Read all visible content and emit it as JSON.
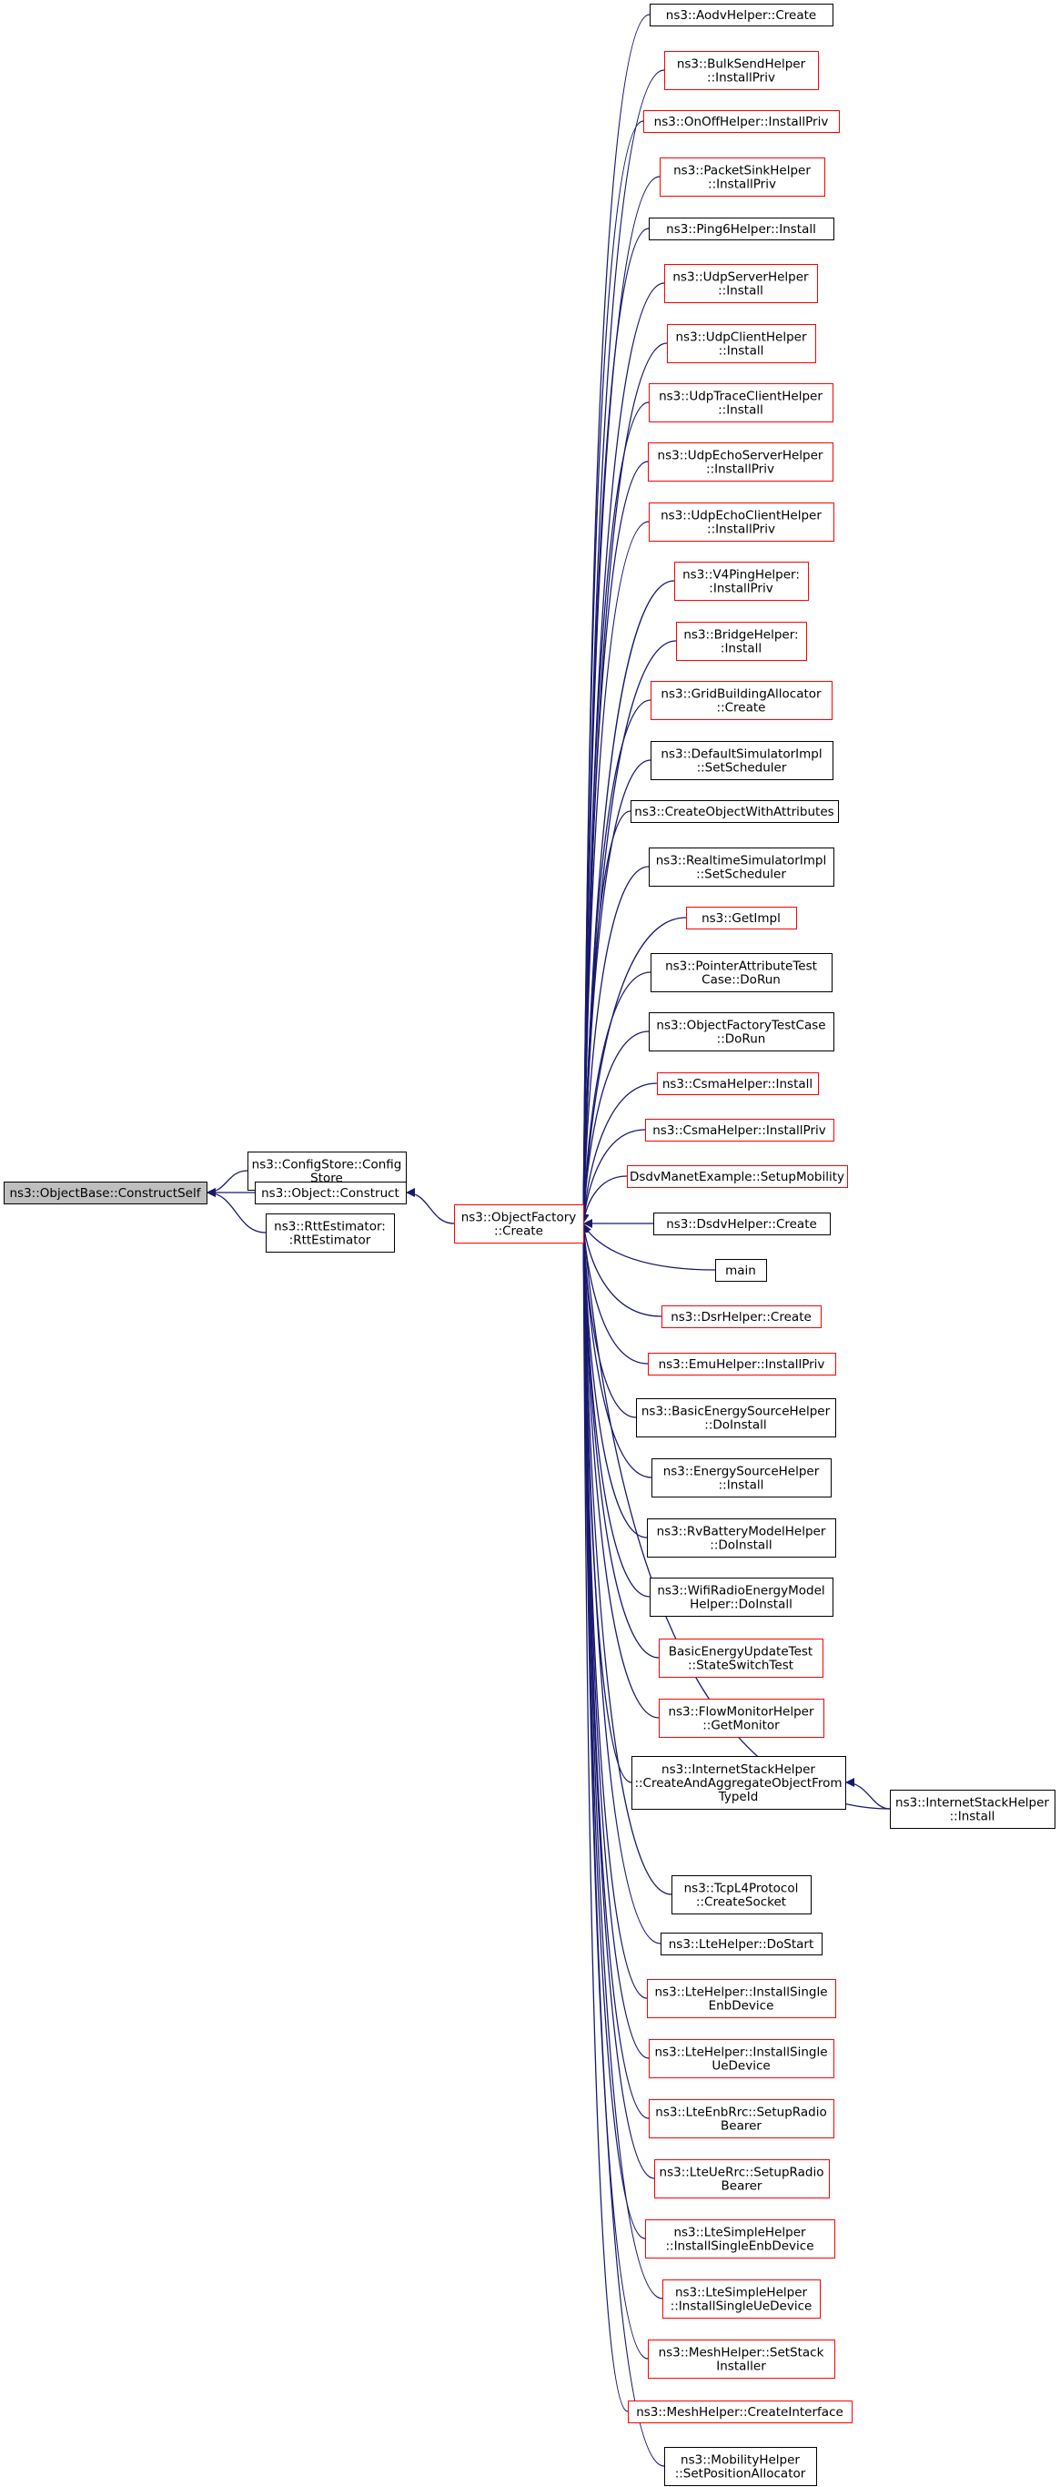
{
  "graph": {
    "colors": {
      "edge": "#191970",
      "border_normal": "#000000",
      "border_truncated": "#ff0000",
      "focus_fill": "#bfbfbf",
      "node_fill": "#ffffff"
    },
    "nodes": [
      {
        "id": "n_self",
        "lines": [
          "ns3::ObjectBase::ConstructSelf"
        ],
        "style": "focus"
      },
      {
        "id": "n_configstore",
        "lines": [
          "ns3::ConfigStore::Config",
          "Store"
        ],
        "style": "normal"
      },
      {
        "id": "n_construct",
        "lines": [
          "ns3::Object::Construct"
        ],
        "style": "normal"
      },
      {
        "id": "n_rtt",
        "lines": [
          "ns3::RttEstimator:",
          ":RttEstimator"
        ],
        "style": "normal"
      },
      {
        "id": "n_factory",
        "lines": [
          "ns3::ObjectFactory",
          "::Create"
        ],
        "style": "truncated"
      },
      {
        "id": "c0",
        "lines": [
          "ns3::AodvHelper::Create"
        ],
        "style": "normal"
      },
      {
        "id": "c1",
        "lines": [
          "ns3::BulkSendHelper",
          "::InstallPriv"
        ],
        "style": "truncated"
      },
      {
        "id": "c2",
        "lines": [
          "ns3::OnOffHelper::InstallPriv"
        ],
        "style": "truncated"
      },
      {
        "id": "c3",
        "lines": [
          "ns3::PacketSinkHelper",
          "::InstallPriv"
        ],
        "style": "truncated"
      },
      {
        "id": "c4",
        "lines": [
          "ns3::Ping6Helper::Install"
        ],
        "style": "normal"
      },
      {
        "id": "c5",
        "lines": [
          "ns3::UdpServerHelper",
          "::Install"
        ],
        "style": "truncated"
      },
      {
        "id": "c6",
        "lines": [
          "ns3::UdpClientHelper",
          "::Install"
        ],
        "style": "truncated"
      },
      {
        "id": "c7",
        "lines": [
          "ns3::UdpTraceClientHelper",
          "::Install"
        ],
        "style": "truncated"
      },
      {
        "id": "c8",
        "lines": [
          "ns3::UdpEchoServerHelper",
          "::InstallPriv"
        ],
        "style": "truncated"
      },
      {
        "id": "c9",
        "lines": [
          "ns3::UdpEchoClientHelper",
          "::InstallPriv"
        ],
        "style": "truncated"
      },
      {
        "id": "c10",
        "lines": [
          "ns3::V4PingHelper:",
          ":InstallPriv"
        ],
        "style": "truncated"
      },
      {
        "id": "c11",
        "lines": [
          "ns3::BridgeHelper:",
          ":Install"
        ],
        "style": "truncated"
      },
      {
        "id": "c12",
        "lines": [
          "ns3::GridBuildingAllocator",
          "::Create"
        ],
        "style": "truncated"
      },
      {
        "id": "c13",
        "lines": [
          "ns3::DefaultSimulatorImpl",
          "::SetScheduler"
        ],
        "style": "normal"
      },
      {
        "id": "c14",
        "lines": [
          "ns3::CreateObjectWithAttributes"
        ],
        "style": "normal"
      },
      {
        "id": "c15",
        "lines": [
          "ns3::RealtimeSimulatorImpl",
          "::SetScheduler"
        ],
        "style": "normal"
      },
      {
        "id": "c16",
        "lines": [
          "ns3::GetImpl"
        ],
        "style": "truncated"
      },
      {
        "id": "c17",
        "lines": [
          "ns3::PointerAttributeTest",
          "Case::DoRun"
        ],
        "style": "normal"
      },
      {
        "id": "c18",
        "lines": [
          "ns3::ObjectFactoryTestCase",
          "::DoRun"
        ],
        "style": "normal"
      },
      {
        "id": "c19",
        "lines": [
          "ns3::CsmaHelper::Install"
        ],
        "style": "truncated"
      },
      {
        "id": "c20",
        "lines": [
          "ns3::CsmaHelper::InstallPriv"
        ],
        "style": "truncated"
      },
      {
        "id": "c21",
        "lines": [
          "DsdvManetExample::SetupMobility"
        ],
        "style": "truncated"
      },
      {
        "id": "c22",
        "lines": [
          "ns3::DsdvHelper::Create"
        ],
        "style": "normal"
      },
      {
        "id": "c23",
        "lines": [
          "main"
        ],
        "style": "normal"
      },
      {
        "id": "c24",
        "lines": [
          "ns3::DsrHelper::Create"
        ],
        "style": "truncated"
      },
      {
        "id": "c25",
        "lines": [
          "ns3::EmuHelper::InstallPriv"
        ],
        "style": "truncated"
      },
      {
        "id": "c26",
        "lines": [
          "ns3::BasicEnergySourceHelper",
          "::DoInstall"
        ],
        "style": "normal"
      },
      {
        "id": "c27",
        "lines": [
          "ns3::EnergySourceHelper",
          "::Install"
        ],
        "style": "normal"
      },
      {
        "id": "c28",
        "lines": [
          "ns3::RvBatteryModelHelper",
          "::DoInstall"
        ],
        "style": "normal"
      },
      {
        "id": "c29",
        "lines": [
          "ns3::WifiRadioEnergyModel",
          "Helper::DoInstall"
        ],
        "style": "normal"
      },
      {
        "id": "c30",
        "lines": [
          "BasicEnergyUpdateTest",
          "::StateSwitchTest"
        ],
        "style": "truncated"
      },
      {
        "id": "c31",
        "lines": [
          "ns3::FlowMonitorHelper",
          "::GetMonitor"
        ],
        "style": "truncated"
      },
      {
        "id": "c32",
        "lines": [
          "ns3::InternetStackHelper",
          "::CreateAndAggregateObjectFrom",
          "TypeId"
        ],
        "style": "normal"
      },
      {
        "id": "n_ish_install",
        "lines": [
          "ns3::InternetStackHelper",
          "::Install"
        ],
        "style": "normal"
      },
      {
        "id": "c33",
        "lines": [
          "ns3::TcpL4Protocol",
          "::CreateSocket"
        ],
        "style": "normal"
      },
      {
        "id": "c34",
        "lines": [
          "ns3::LteHelper::DoStart"
        ],
        "style": "normal"
      },
      {
        "id": "c35",
        "lines": [
          "ns3::LteHelper::InstallSingle",
          "EnbDevice"
        ],
        "style": "truncated"
      },
      {
        "id": "c36",
        "lines": [
          "ns3::LteHelper::InstallSingle",
          "UeDevice"
        ],
        "style": "truncated"
      },
      {
        "id": "c37",
        "lines": [
          "ns3::LteEnbRrc::SetupRadio",
          "Bearer"
        ],
        "style": "truncated"
      },
      {
        "id": "c38",
        "lines": [
          "ns3::LteUeRrc::SetupRadio",
          "Bearer"
        ],
        "style": "truncated"
      },
      {
        "id": "c39",
        "lines": [
          "ns3::LteSimpleHelper",
          "::InstallSingleEnbDevice"
        ],
        "style": "truncated"
      },
      {
        "id": "c40",
        "lines": [
          "ns3::LteSimpleHelper",
          "::InstallSingleUeDevice"
        ],
        "style": "truncated"
      },
      {
        "id": "c41",
        "lines": [
          "ns3::MeshHelper::SetStack",
          "Installer"
        ],
        "style": "truncated"
      },
      {
        "id": "c42",
        "lines": [
          "ns3::MeshHelper::CreateInterface"
        ],
        "style": "truncated"
      },
      {
        "id": "c43",
        "lines": [
          "ns3::MobilityHelper",
          "::SetPositionAllocator"
        ],
        "style": "normal"
      }
    ],
    "edges": [
      {
        "from": "n_configstore",
        "to": "n_self"
      },
      {
        "from": "n_construct",
        "to": "n_self"
      },
      {
        "from": "n_rtt",
        "to": "n_self"
      },
      {
        "from": "n_factory",
        "to": "n_construct"
      },
      {
        "from": "c0",
        "to": "n_factory"
      },
      {
        "from": "c1",
        "to": "n_factory"
      },
      {
        "from": "c2",
        "to": "n_factory"
      },
      {
        "from": "c3",
        "to": "n_factory"
      },
      {
        "from": "c4",
        "to": "n_factory"
      },
      {
        "from": "c5",
        "to": "n_factory"
      },
      {
        "from": "c6",
        "to": "n_factory"
      },
      {
        "from": "c7",
        "to": "n_factory"
      },
      {
        "from": "c8",
        "to": "n_factory"
      },
      {
        "from": "c9",
        "to": "n_factory"
      },
      {
        "from": "c10",
        "to": "n_factory"
      },
      {
        "from": "c11",
        "to": "n_factory"
      },
      {
        "from": "c12",
        "to": "n_factory"
      },
      {
        "from": "c13",
        "to": "n_factory"
      },
      {
        "from": "c14",
        "to": "n_factory"
      },
      {
        "from": "c15",
        "to": "n_factory"
      },
      {
        "from": "c16",
        "to": "n_factory"
      },
      {
        "from": "c17",
        "to": "n_factory"
      },
      {
        "from": "c18",
        "to": "n_factory"
      },
      {
        "from": "c19",
        "to": "n_factory"
      },
      {
        "from": "c20",
        "to": "n_factory"
      },
      {
        "from": "c21",
        "to": "n_factory"
      },
      {
        "from": "c22",
        "to": "n_factory"
      },
      {
        "from": "c23",
        "to": "n_factory"
      },
      {
        "from": "c24",
        "to": "n_factory"
      },
      {
        "from": "c25",
        "to": "n_factory"
      },
      {
        "from": "c26",
        "to": "n_factory"
      },
      {
        "from": "c27",
        "to": "n_factory"
      },
      {
        "from": "c28",
        "to": "n_factory"
      },
      {
        "from": "c29",
        "to": "n_factory"
      },
      {
        "from": "c30",
        "to": "n_factory"
      },
      {
        "from": "c31",
        "to": "n_factory"
      },
      {
        "from": "c32",
        "to": "n_factory"
      },
      {
        "from": "n_ish_install",
        "to": "n_factory"
      },
      {
        "from": "n_ish_install",
        "to": "c32"
      },
      {
        "from": "c33",
        "to": "n_factory"
      },
      {
        "from": "c34",
        "to": "n_factory"
      },
      {
        "from": "c35",
        "to": "n_factory"
      },
      {
        "from": "c36",
        "to": "n_factory"
      },
      {
        "from": "c37",
        "to": "n_factory"
      },
      {
        "from": "c38",
        "to": "n_factory"
      },
      {
        "from": "c39",
        "to": "n_factory"
      },
      {
        "from": "c40",
        "to": "n_factory"
      },
      {
        "from": "c41",
        "to": "n_factory"
      },
      {
        "from": "c42",
        "to": "n_factory"
      },
      {
        "from": "c43",
        "to": "n_factory"
      }
    ]
  }
}
